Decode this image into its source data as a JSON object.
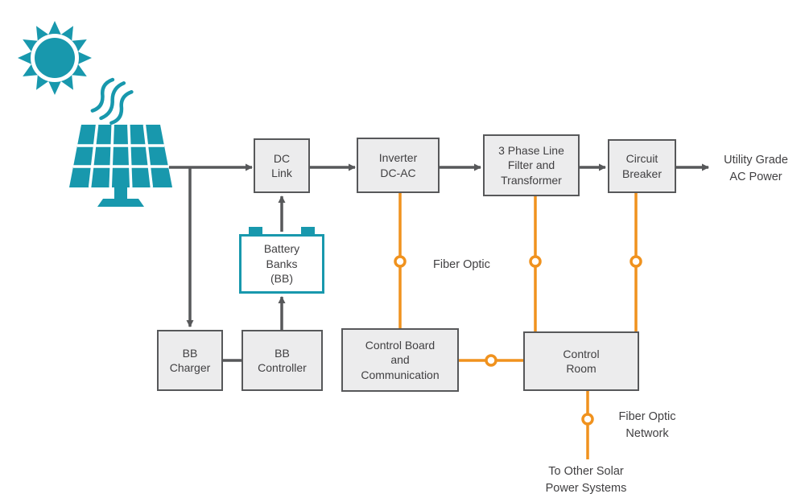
{
  "colors": {
    "teal": "#1898ad",
    "line_dark": "#57585a",
    "orange": "#f0921e",
    "box_fill": "#ececed",
    "box_border": "#57585a",
    "text": "#414042",
    "background": "#ffffff"
  },
  "nodes": {
    "dc_link": {
      "label": "DC\nLink"
    },
    "inverter": {
      "label": "Inverter\nDC-AC"
    },
    "three_phase": {
      "label": "3 Phase Line\nFilter and\nTransformer"
    },
    "circuit_breaker": {
      "label": "Circuit\nBreaker"
    },
    "battery_banks": {
      "label": "Battery\nBanks\n(BB)"
    },
    "bb_charger": {
      "label": "BB\nCharger"
    },
    "bb_controller": {
      "label": "BB\nController"
    },
    "control_board": {
      "label": "Control Board\nand\nCommunication"
    },
    "control_room": {
      "label": "Control\nRoom"
    }
  },
  "labels": {
    "utility_output": "Utility Grade\nAC Power",
    "fiber_optic": "Fiber Optic",
    "fiber_optic_network": "Fiber Optic\nNetwork",
    "to_other_systems": "To Other Solar\nPower Systems"
  }
}
